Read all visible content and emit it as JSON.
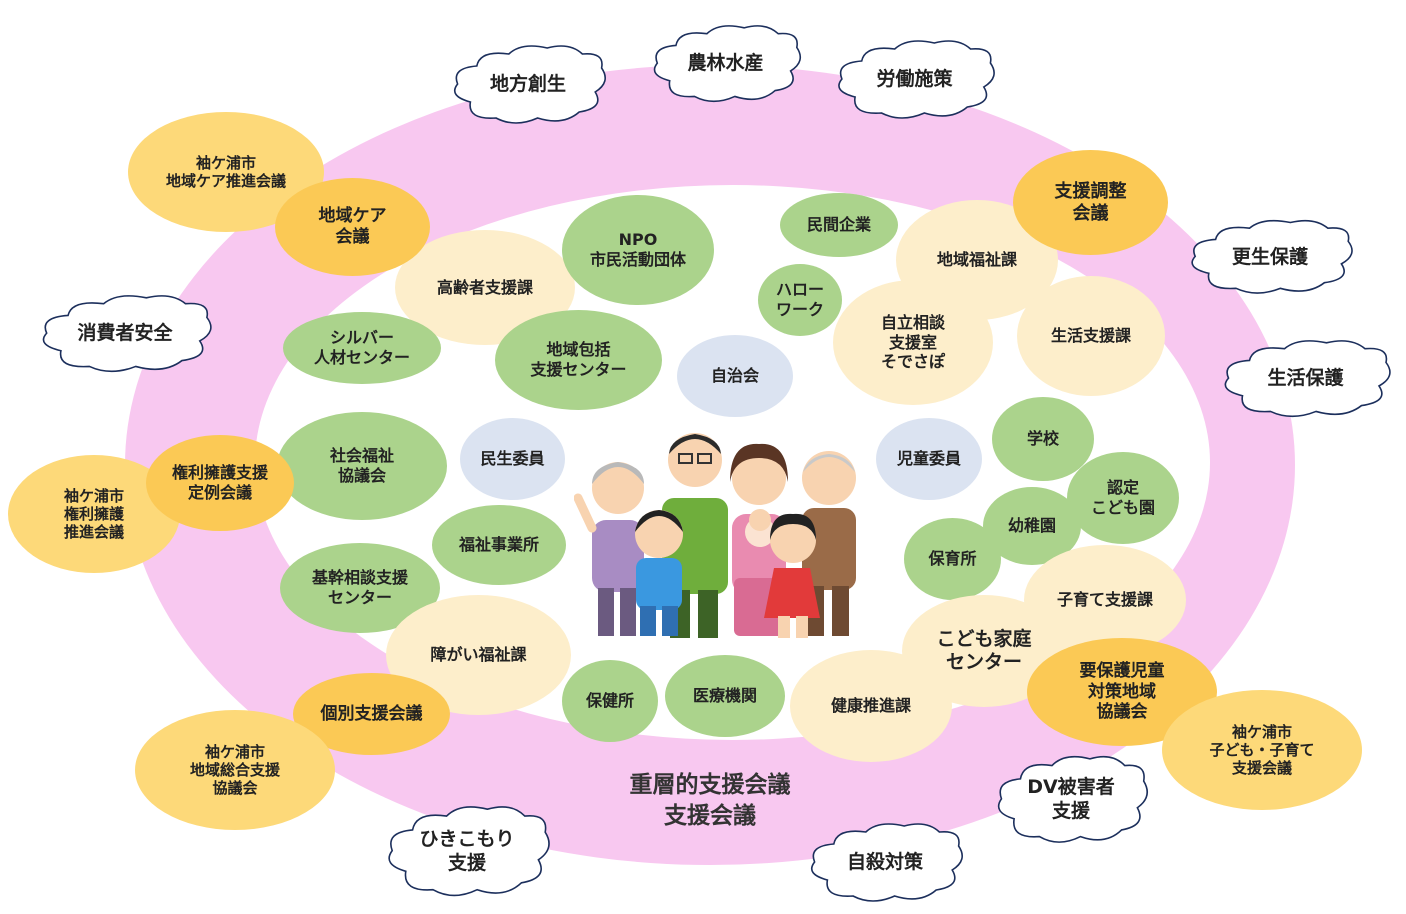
{
  "diagram": {
    "caption": "重層的支援会議\n支援会議",
    "clouds": {
      "chihou_sousei": "地方創生",
      "nourin_suisan": "農林水産",
      "roudou_shisaku": "労働施策",
      "kousei_hogo": "更生保護",
      "seikatsu_hogo": "生活保護",
      "shouhisha_anzen": "消費者安全",
      "dv_higaisha": "DV被害者\n支援",
      "jisatsu_taisaku": "自殺対策",
      "hikikomori": "ひきこもり\n支援"
    },
    "meetings": {
      "chiiki_care_suishin": "袖ケ浦市\n地域ケア推進会議",
      "chiiki_care_kaigi": "地域ケア\n会議",
      "shien_chousei": "支援調整\n会議",
      "kenri_suishin": "袖ケ浦市\n権利擁護\n推進会議",
      "kenri_teirei": "権利擁護支援\n定例会議",
      "kobetsu_shien": "個別支援会議",
      "sougou_shien": "袖ケ浦市\n地域総合支援\n協議会",
      "youhogo_jidou": "要保護児童\n対策地域\n協議会",
      "kodomo_kosodate": "袖ケ浦市\n子ども・子育て\n支援会議"
    },
    "agencies": {
      "koureisha": "高齢者支援課",
      "npo": "NPO\n市民活動団体",
      "minkan_kigyou": "民間企業",
      "hello_work": "ハロー\nワーク",
      "chiiki_fukushi": "地域福祉課",
      "silver": "シルバー\n人材センター",
      "houkatsu": "地域包括\n支援センター",
      "jichikai": "自治会",
      "jiritsu": "自立相談\n支援室\nそでさぽ",
      "seikatsu_shien": "生活支援課",
      "shakyou": "社会福祉\n協議会",
      "minsei": "民生委員",
      "jidou_iin": "児童委員",
      "gakkou": "学校",
      "nintei": "認定\nこども園",
      "youchien": "幼稚園",
      "fukushi_jigyousho": "福祉事業所",
      "hoikusho": "保育所",
      "kikan_soudan": "基幹相談支援\nセンター",
      "kosodate": "子育て支援課",
      "shougai": "障がい福祉課",
      "kodomo_katei": "こども家庭\nセンター",
      "hokenjo": "保健所",
      "iryou": "医療機関",
      "kenkou": "健康推進課"
    }
  }
}
